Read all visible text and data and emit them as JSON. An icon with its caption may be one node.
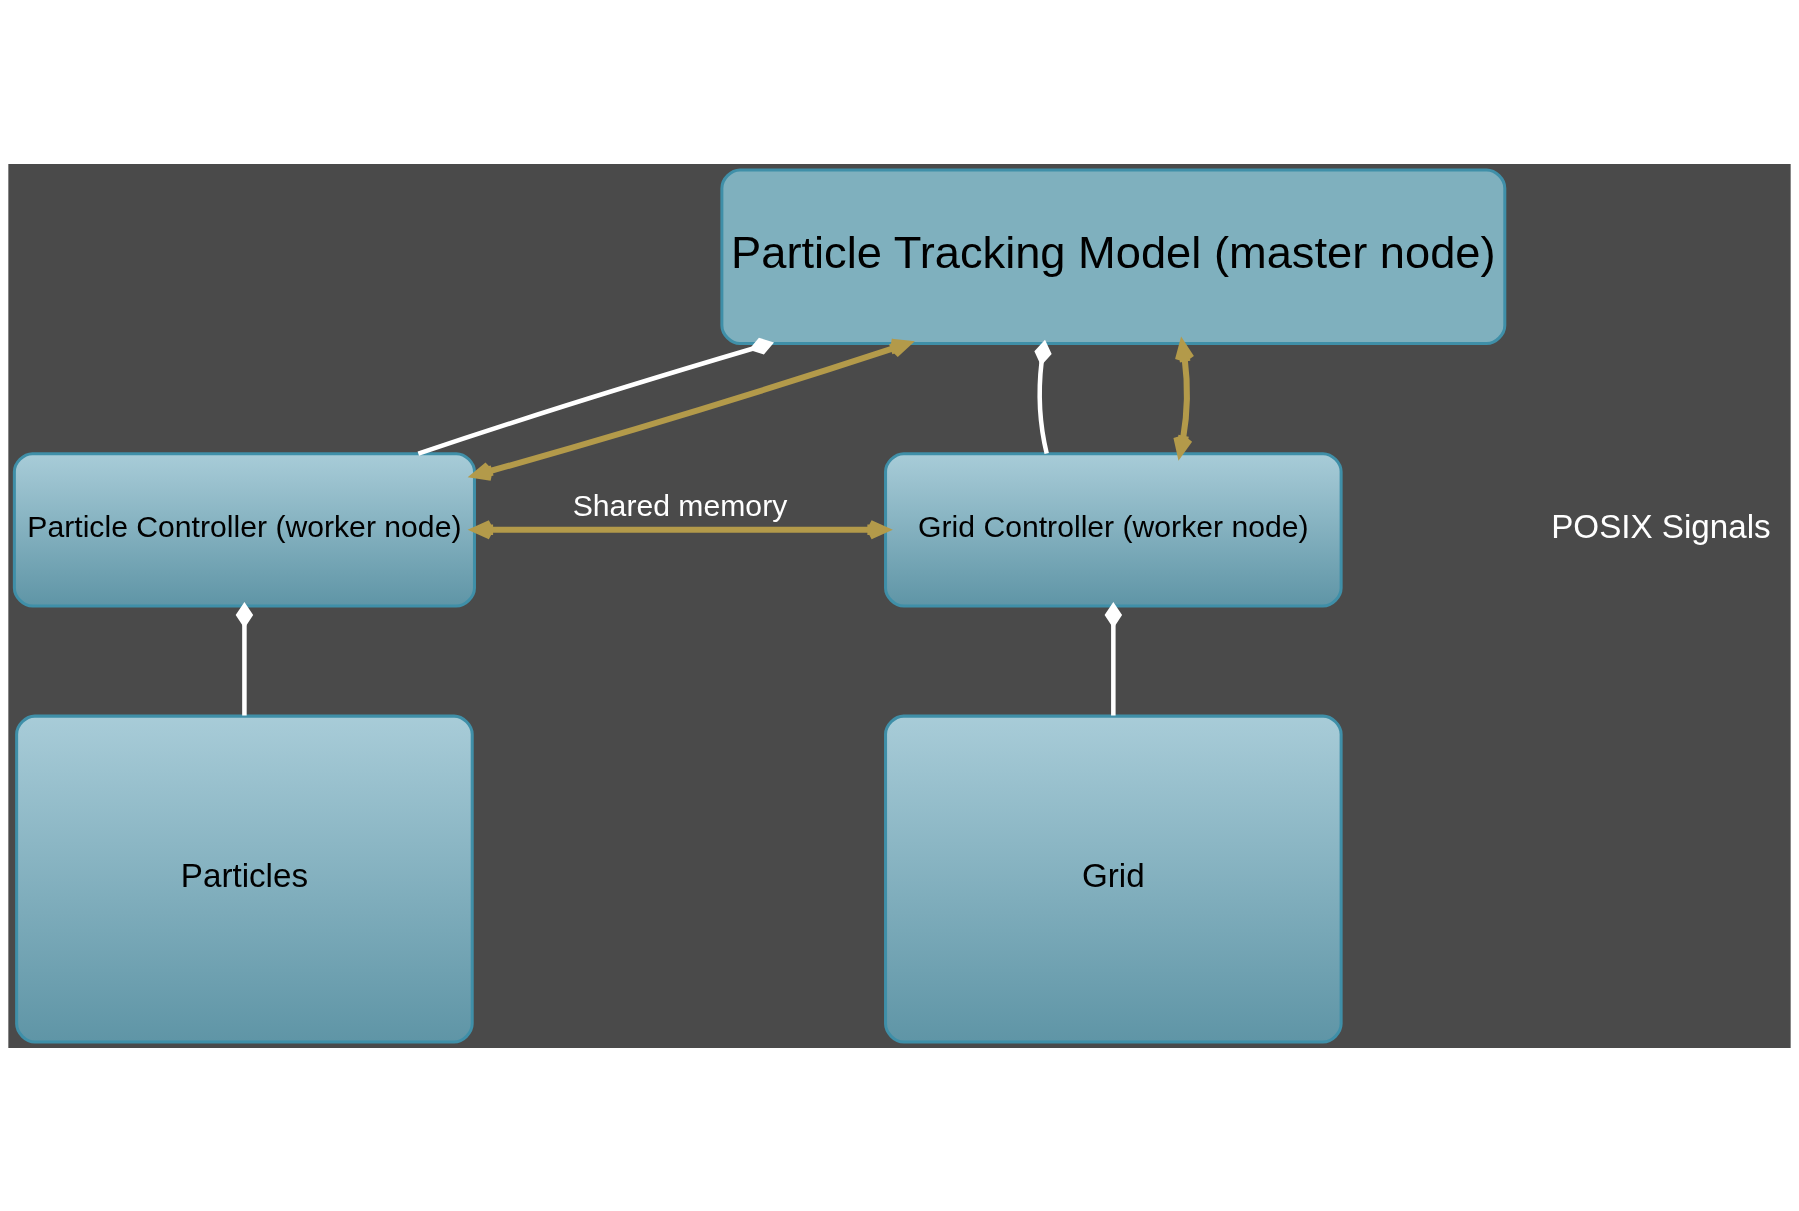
{
  "diagram": {
    "nodes": [
      {
        "text": [
          "Particle Tracking Model (master node)"
        ]
      },
      {
        "text": [
          "Particle Controller (worker node)"
        ]
      },
      {
        "text": [
          "Grid Controller (worker node)"
        ]
      },
      {
        "text": [
          "Particles"
        ]
      },
      {
        "text": [
          "Grid"
        ]
      }
    ],
    "edges": [
      {
        "from": 0,
        "to": 1,
        "arrow": "other"
      },
      {
        "from": 0,
        "to": 2,
        "arrow": "other"
      },
      {
        "from": 0,
        "to": 1,
        "arrow": "both",
        "color": "#b39a4a"
      },
      {
        "from": 0,
        "to": 2,
        "arrow": "both",
        "color": "#b39a4a"
      },
      {
        "from": 1,
        "to": 2,
        "arrow": "both",
        "label": "Shared memory",
        "color": "#b39a4a"
      },
      {
        "from": 1,
        "to": 3,
        "arrow": "other"
      },
      {
        "from": 2,
        "to": 4,
        "arrow": "other"
      }
    ],
    "labels": [
      "POSIX Signals"
    ]
  }
}
